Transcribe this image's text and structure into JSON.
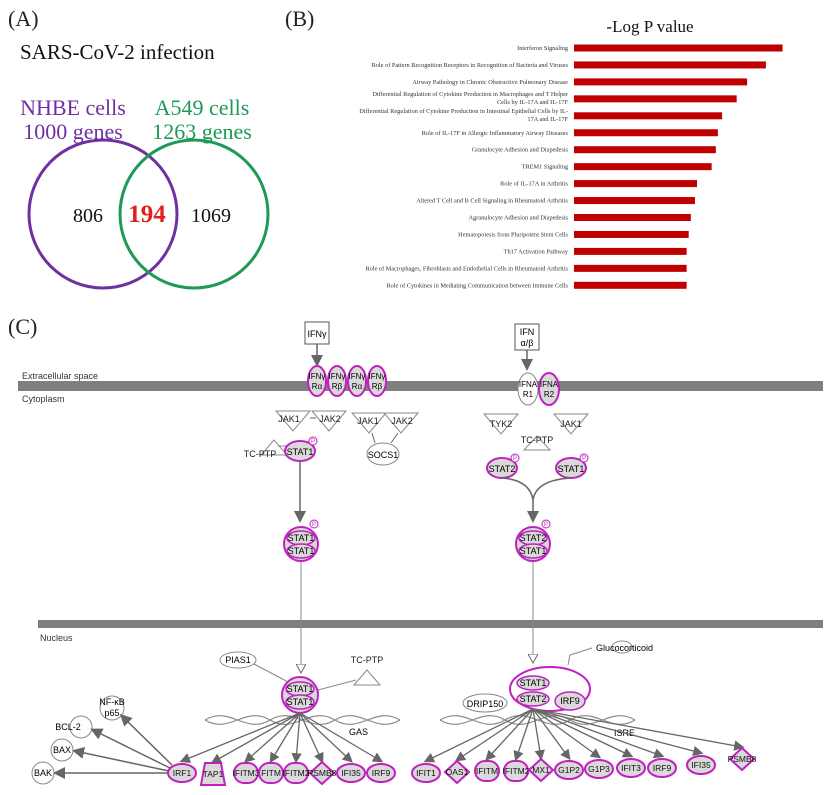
{
  "panels": {
    "a": "(A)",
    "b": "(B)",
    "c": "(C)"
  },
  "venn": {
    "title": "SARS-CoV-2 infection",
    "set_a": {
      "line1": "NHBE cells",
      "line2": "1000 genes",
      "color": "#7030a0"
    },
    "set_b": {
      "line1": "A549 cells",
      "line2": "1263 genes",
      "color": "#1e9a55"
    },
    "only_a": "806",
    "overlap": "194",
    "only_b": "1069",
    "overlap_color": "#e0201b"
  },
  "chart_data": {
    "type": "bar",
    "orientation": "horizontal",
    "title": "-Log P value",
    "bar_color": "#c00000",
    "categories": [
      "Interferon Signaling",
      "Role of Pattern Recognition Receptors in Recognition of Bacteria and Viruses",
      "Airway Pathology in Chronic Obstructive Pulmonary Disease",
      "Differential Regulation of Cytokine Production in Macrophages and T Helper Cells by IL-17A and IL-17F",
      "Differential Regulation of Cytokine Production in Intestinal Epithelial Cells by IL-17A and IL-17F",
      "Role of IL-17F in Allergic Inflammatory Airway Diseases",
      "Granulocyte Adhesion and Diapedesis",
      "TREM1 Signaling",
      "Role of IL-17A in Arthritis",
      "Altered T Cell and B Cell Signaling in Rheumatoid Arthritis",
      "Agranulocyte Adhesion and Diapedesis",
      "Hematopoiesis from Pluripotent Stem Cells",
      "Th17 Activation Pathway",
      "Role of Macrophages, Fibroblasts and Endothelial Cells in Rheumatoid Arthritis",
      "Role of Cytokines in Mediating Communication between Immune Cells"
    ],
    "label_lines": [
      [
        "Interferon Signaling"
      ],
      [
        "Role of Pattern Recognition Receptors in Recognition of Bacteria and Viruses"
      ],
      [
        "Airway Pathology in Chronic Obstructive Pulmonary Disease"
      ],
      [
        "Differential Regulation of Cytokine Production in Macrophages and T Helper",
        "Cells by IL-17A and IL-17F"
      ],
      [
        "Differential Regulation of Cytokine Production in Intestinal Epithelial Cells by IL-",
        "17A and IL-17F"
      ],
      [
        "Role of IL-17F in Allergic Inflammatory Airway Diseases"
      ],
      [
        "Granulocyte Adhesion and Diapedesis"
      ],
      [
        "TREM1 Signaling"
      ],
      [
        "Role of IL-17A in Arthritis"
      ],
      [
        "Altered T Cell and B Cell Signaling in Rheumatoid Arthritis"
      ],
      [
        "Agranulocyte Adhesion and Diapedesis"
      ],
      [
        "Hematopoiesis from Pluripotent Stem Cells"
      ],
      [
        "Th17 Activation Pathway"
      ],
      [
        "Role of Macrophages, Fibroblasts and Endothelial Cells in Rheumatoid Arthritis"
      ],
      [
        "Role of Cytokines in Mediating Communication between Immune Cells"
      ]
    ],
    "values": [
      10.0,
      9.2,
      8.3,
      7.8,
      7.1,
      6.9,
      6.8,
      6.6,
      5.9,
      5.8,
      5.6,
      5.5,
      5.4,
      5.4,
      5.4
    ],
    "xlim": [
      0,
      10.5
    ],
    "axes_shown": false
  },
  "pathway": {
    "compartments": {
      "extracellular": "Extracellular space",
      "cytoplasm": "Cytoplasm",
      "nucleus": "Nucleus"
    },
    "highlight_color": "#c020c0",
    "node_fill": "#d9d9d9",
    "nodes": {
      "ifng": "IFNγ",
      "ifnab_1": "IFN",
      "ifnab_2": "α/β",
      "ifngr_ra1": [
        "IFNγ",
        "Rα"
      ],
      "ifngr_rb1": [
        "IFNγ",
        "Rβ"
      ],
      "ifngr_ra2": [
        "IFNγ",
        "Rα"
      ],
      "ifngr_rb2": [
        "IFNγ",
        "Rβ"
      ],
      "ifnar1": [
        "IFNA",
        "R1"
      ],
      "ifnar2": [
        "IFNA",
        "R2"
      ],
      "jak1_a": "JAK1",
      "jak2_a": "JAK2",
      "jak1_b": "JAK1",
      "jak2_b": "JAK2",
      "tyk2": "TYK2",
      "jak1_c": "JAK1",
      "tcptp_a": "TC-PTP",
      "tcptp_b": "TC-PTP",
      "tcptp_c": "TC-PTP",
      "socs1": "SOCS1",
      "stat1_a": "STAT1",
      "stat2_a": "STAT2",
      "stat1_b": "STAT1",
      "stat1_dimer": "STAT1",
      "stat2_dimer_top": "STAT2",
      "stat2_dimer_bottom": "STAT1",
      "pias1": "PIAS1",
      "glucocorticoid": "Glucocorticoid",
      "drip150": "DRIP150",
      "nfkb_1": "NF-κB",
      "nfkb_2": "p65",
      "bcl2": "BCL-2",
      "bax": "BAX",
      "bak": "BAK",
      "irf9_complex": "IRF9",
      "gas": "GAS",
      "isre": "ISRE",
      "phospho": "P"
    },
    "gas_targets": [
      "IRF1",
      "TAP1",
      "IFITM3",
      "FITM",
      "IFITM2",
      "PSMB8",
      "IFI35",
      "IRF9"
    ],
    "isre_targets": [
      "IFIT1",
      "OAS1",
      "IFITM",
      "IFITM2",
      "MX1",
      "G1P2",
      "G1P3",
      "IFIT3",
      "IRF9",
      "IFI35",
      "PSMB8"
    ]
  }
}
